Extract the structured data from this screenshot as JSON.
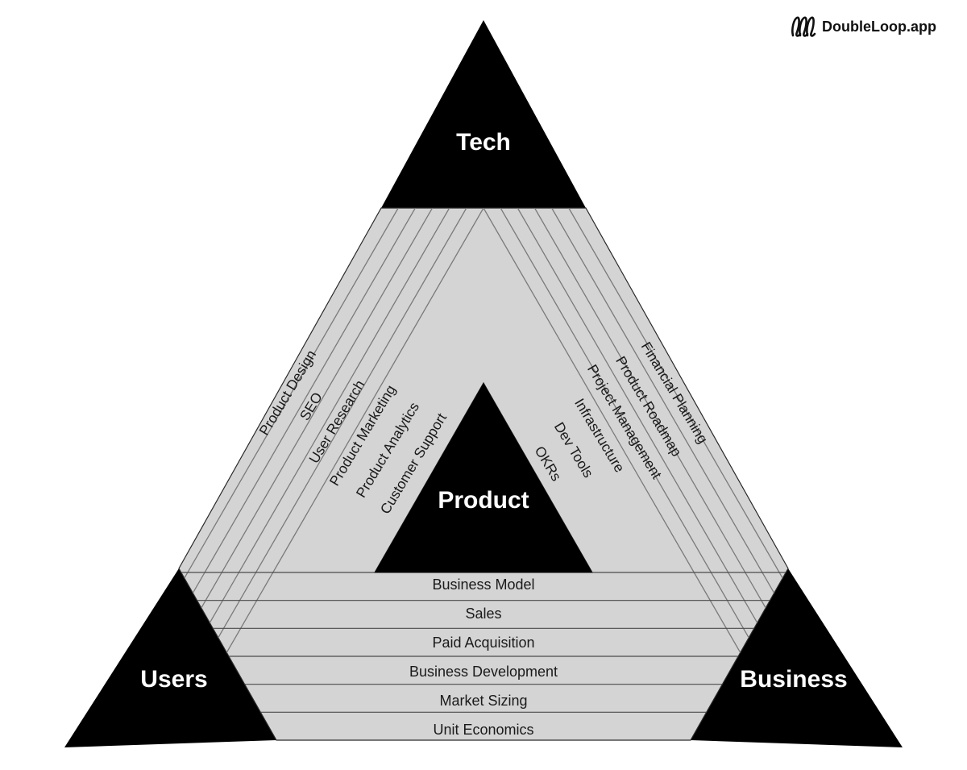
{
  "brand": {
    "name": "DoubleLoop.app",
    "icon": "double-loop-logo-icon"
  },
  "corners": {
    "tech": "Tech",
    "users": "Users",
    "business": "Business",
    "product": "Product"
  },
  "left_band_labels": [
    "Product Design",
    "SEO",
    "User Research",
    "Product Marketing",
    "Product Analytics",
    "Customer Support"
  ],
  "right_band_labels": [
    "Financial Planning",
    "Product Roadmap",
    "Project Management",
    "Infrastructure",
    "Dev Tools",
    "OKRs"
  ],
  "bottom_band_labels": [
    "Business Model",
    "Sales",
    "Paid Acquisition",
    "Business Development",
    "Market Sizing",
    "Unit Economics"
  ],
  "colors": {
    "corner_fill": "#000000",
    "band_fill": "#d4d4d4",
    "band_line": "#7a7a7a",
    "band_line_dark": "#4a4a4a",
    "label_text": "#1a1a1a"
  }
}
